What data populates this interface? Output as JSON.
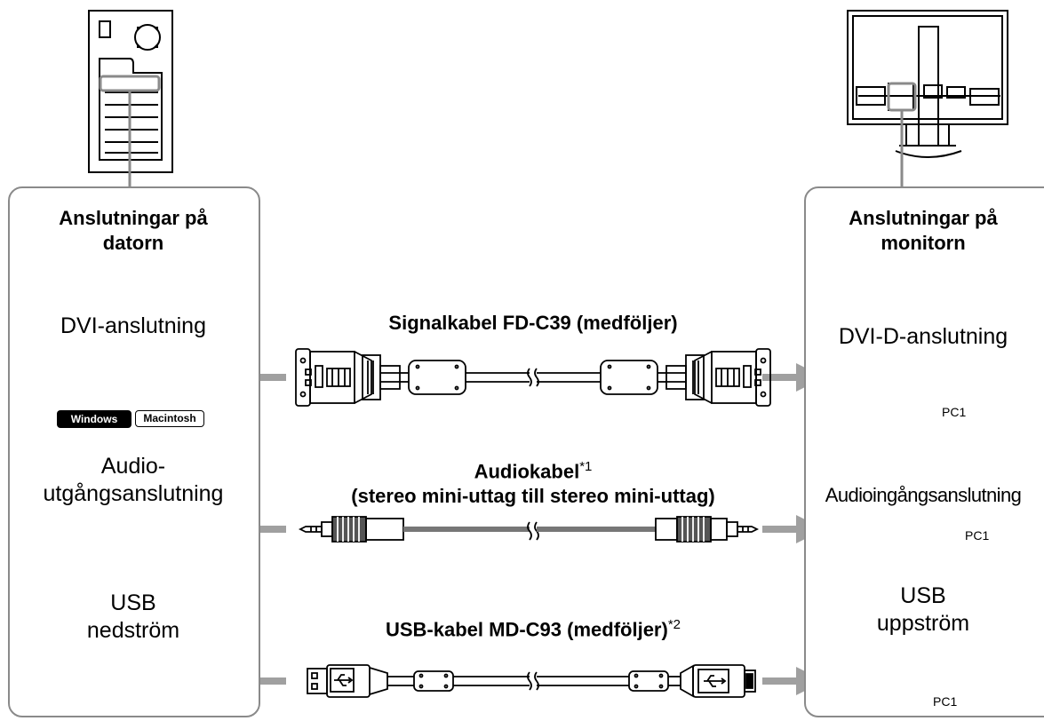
{
  "computer_panel": {
    "title_line1": "Anslutningar på",
    "title_line2": "datorn",
    "dvi_label": "DVI-anslutning",
    "os_windows": "Windows",
    "os_macintosh": "Macintosh",
    "audio_label_line1": "Audio-",
    "audio_label_line2": "utgångsanslutning",
    "usb_label_line1": "USB",
    "usb_label_line2": "nedström"
  },
  "monitor_panel": {
    "title_line1": "Anslutningar på",
    "title_line2": "monitorn",
    "dvi_label": "DVI-D-anslutning",
    "dvi_port_tag": "PC1",
    "audio_label": "Audioingångsanslutning",
    "audio_port_tag": "PC1",
    "usb_label_line1": "USB",
    "usb_label_line2": "uppström",
    "usb_port_tag": "PC1"
  },
  "cables": {
    "signal": "Signalkabel FD-C39 (medföljer)",
    "audio_line1": "Audiokabel",
    "audio_note": "*1",
    "audio_line2": "(stereo mini-uttag till stereo mini-uttag)",
    "usb": "USB-kabel MD-C93 (medföljer)",
    "usb_note": "*2"
  },
  "colors": {
    "arrow": "#a0a0a0",
    "panel_border": "#8a8a8a",
    "badge_dark": "#000000"
  }
}
